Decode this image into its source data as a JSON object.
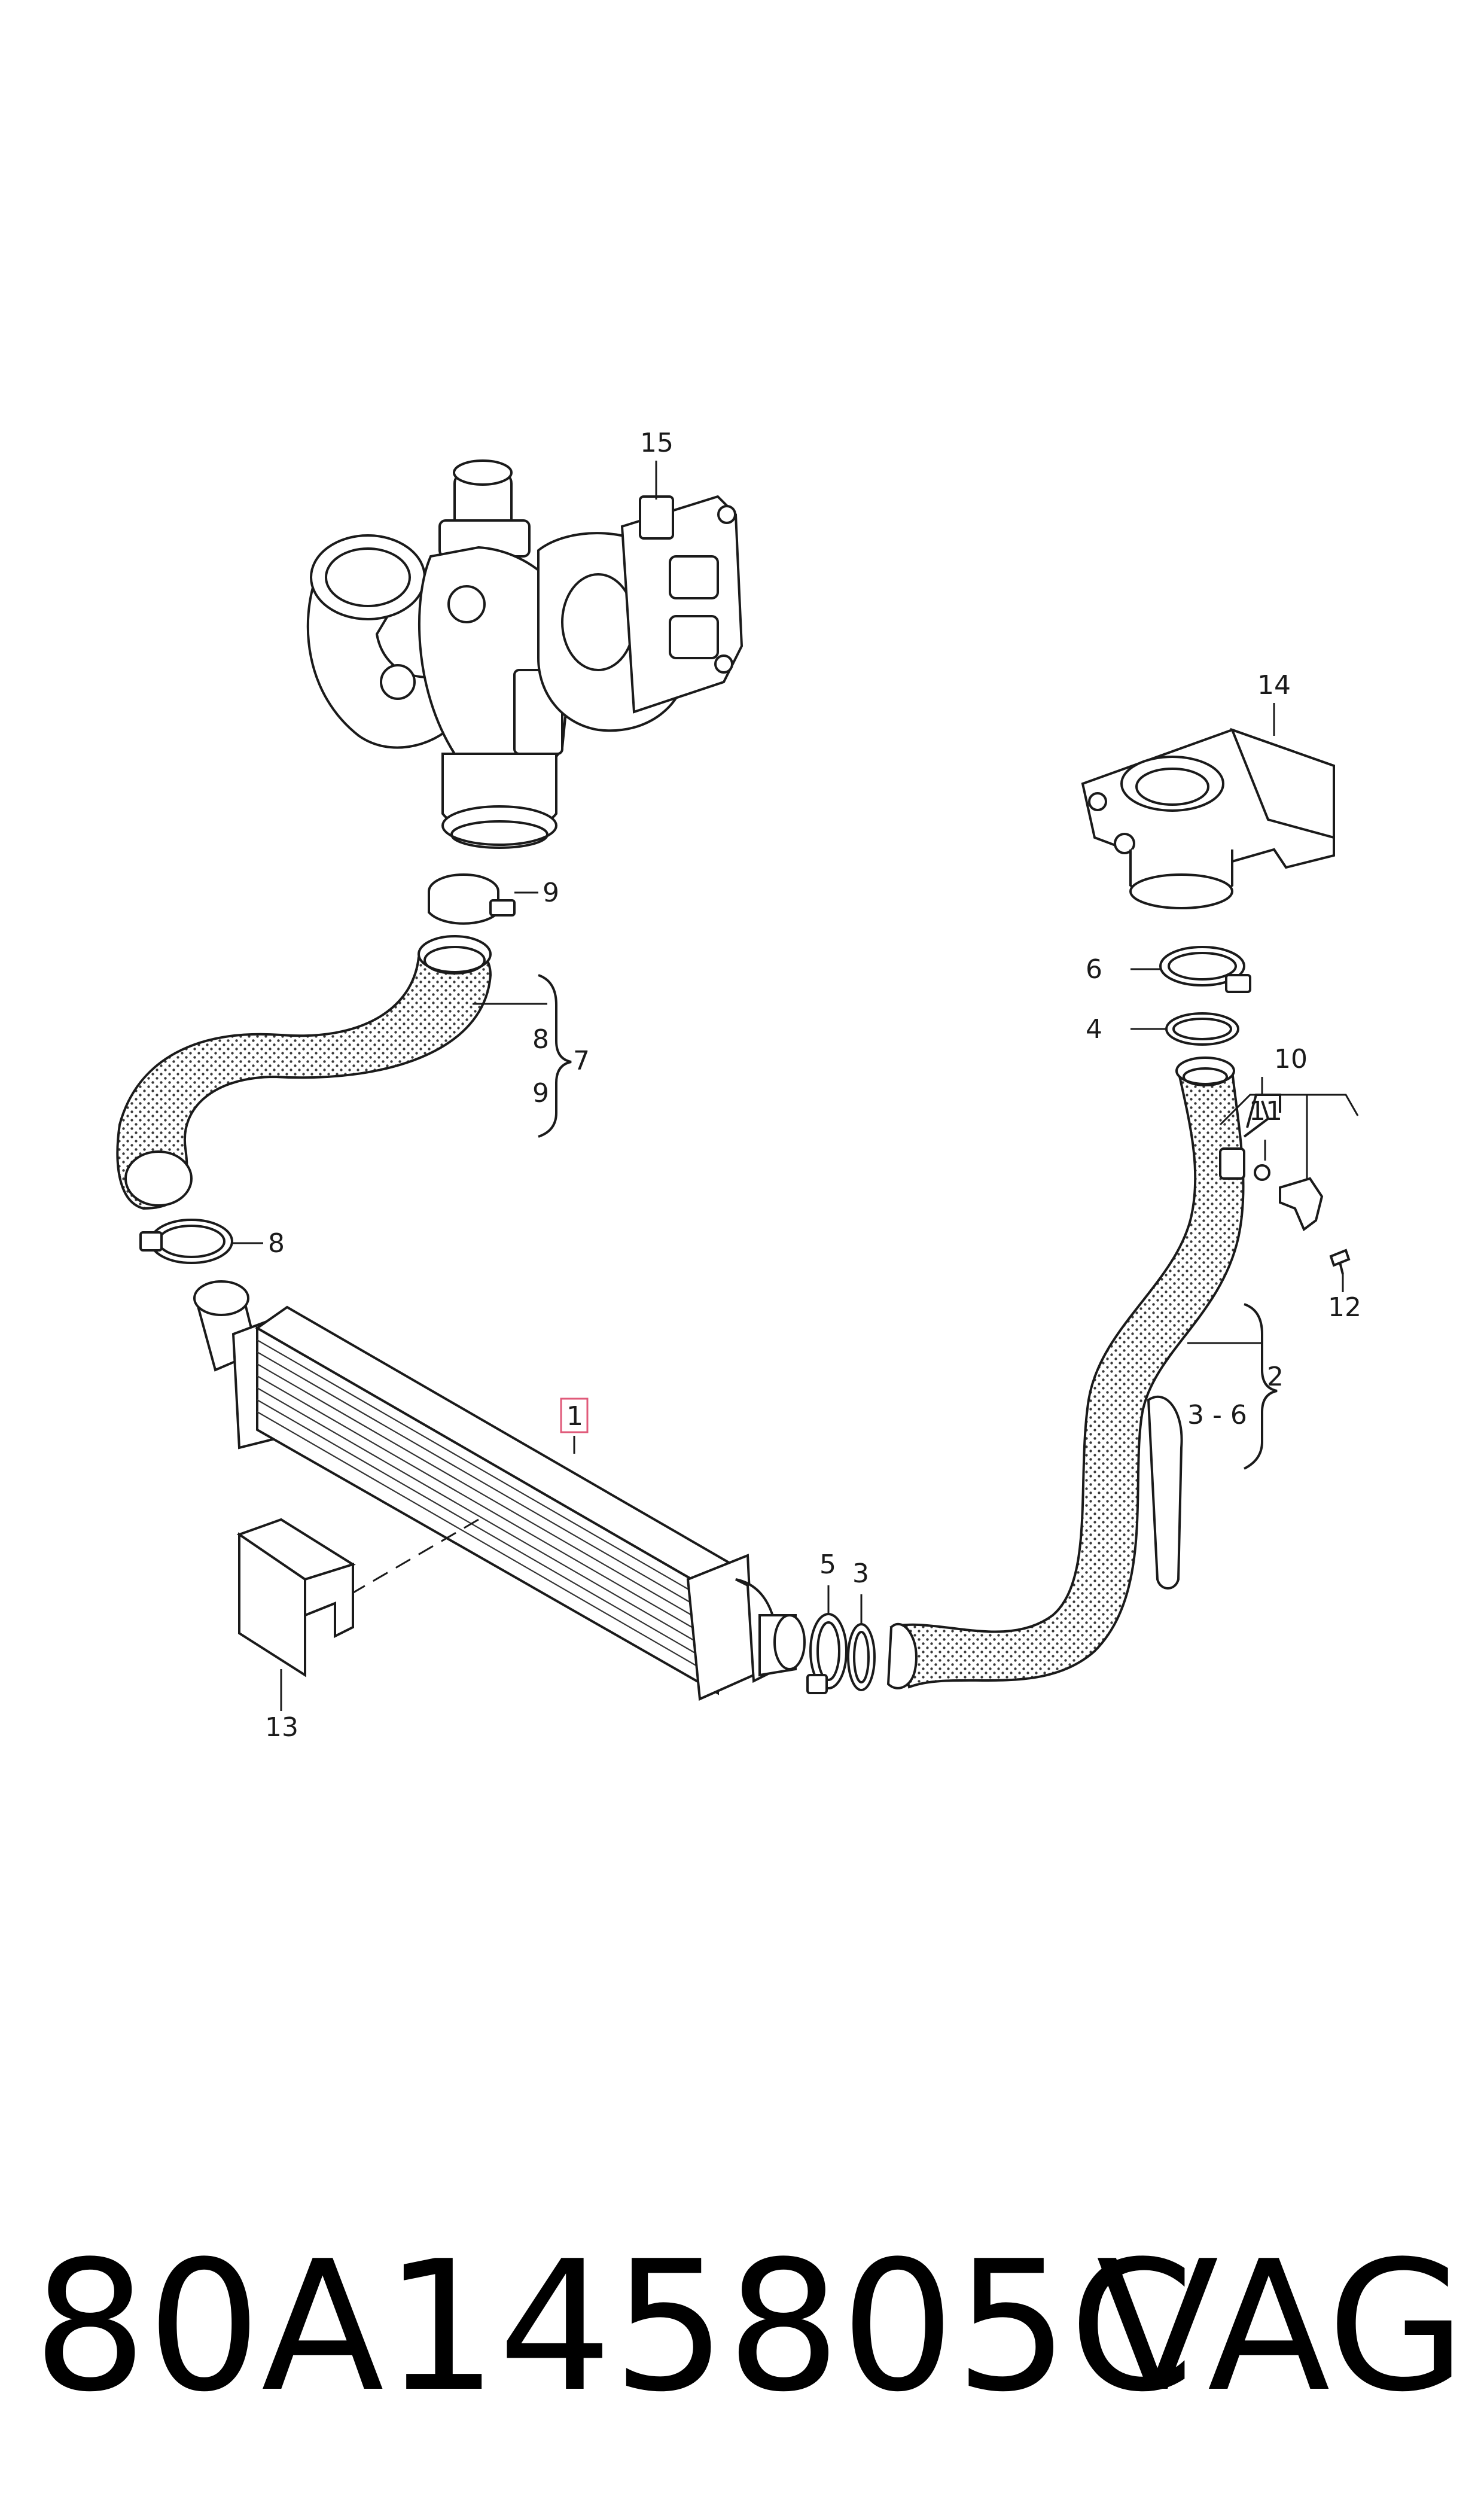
{
  "callouts": {
    "c1": "1",
    "c2": "2",
    "c3_6": "3 - 6",
    "c3": "3",
    "c4": "4",
    "c5": "5",
    "c6": "6",
    "c7": "7",
    "c8_top": "8",
    "c8_bottom": "8",
    "c9_top": "9",
    "c9_bottom": "9",
    "c10": "10",
    "c11": "11",
    "c12": "12",
    "c13": "13",
    "c14": "14",
    "c15": "15"
  },
  "footer": {
    "part_number": "80A145805C",
    "brand": "VAG"
  },
  "colors": {
    "line": "#1a1a1a",
    "highlight_frame": "#e05a7a",
    "background": "#ffffff"
  }
}
